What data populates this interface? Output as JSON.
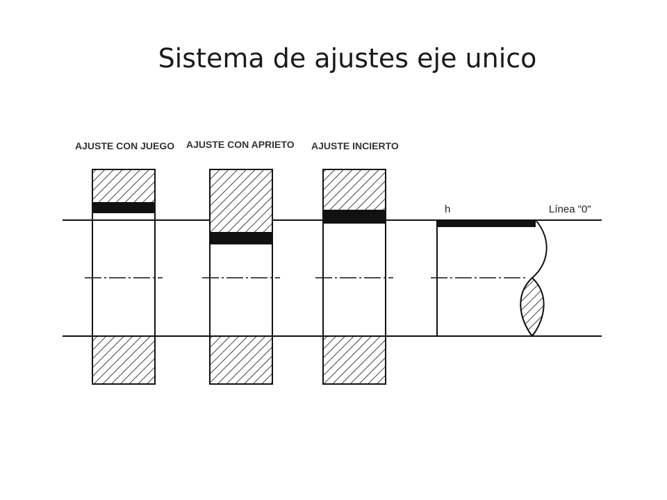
{
  "title": "Sistema de ajustes eje unico",
  "diagram": {
    "labels": {
      "fit_clearance": "AJUSTE CON JUEGO",
      "fit_interference": "AJUSTE CON APRIETO",
      "fit_transition": "AJUSTE INCIERTO",
      "shaft_tolerance": "h",
      "zero_line": "Línea \"0\""
    },
    "colors": {
      "ink": "#111111",
      "background": "#ffffff"
    }
  }
}
